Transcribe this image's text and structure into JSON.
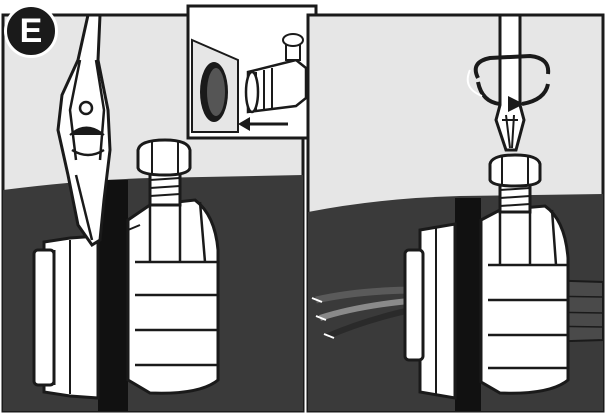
{
  "step": {
    "letter": "E"
  },
  "panels": [
    {
      "name": "tighten-locknut-panel",
      "tool": "lineman-pliers-icon",
      "part": "cable-connector-icon"
    },
    {
      "name": "tighten-clamp-screw-panel",
      "tool": "screwdriver-icon",
      "part": "cable-connector-icon",
      "motion": "rotate-clockwise-icon"
    }
  ],
  "inset": {
    "name": "connector-insertion-inset",
    "arrow": "arrow-left-icon"
  },
  "colors": {
    "ink": "#1a1a1a",
    "panel_bg": "#e6e6e6",
    "wall": "#3a3a3a",
    "metal": "#ffffff",
    "shadow": "#c8c8c8"
  }
}
